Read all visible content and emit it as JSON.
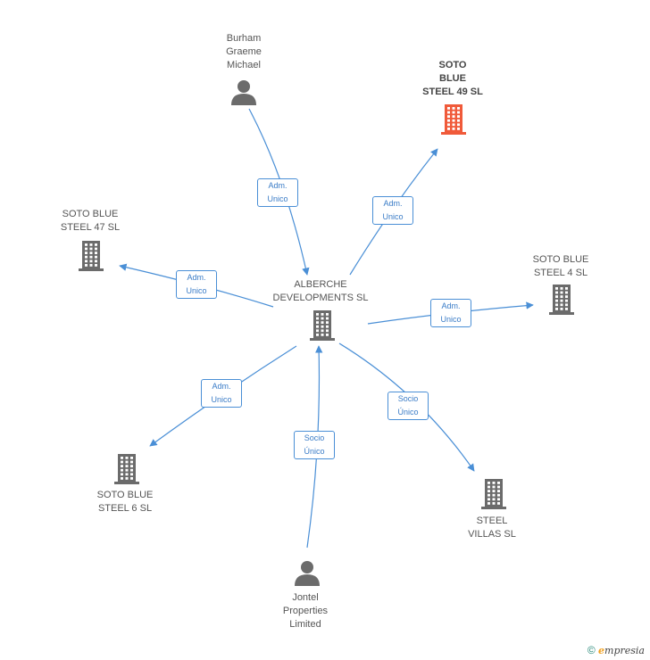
{
  "colors": {
    "edge": "#4a8fd6",
    "node": "#6b6b6b",
    "highlight": "#f05a3a"
  },
  "nodes": [
    {
      "id": "burham",
      "label": "Burham\nGraeme\nMichael",
      "type": "person",
      "icon": "person-icon",
      "highlight": false
    },
    {
      "id": "soto49",
      "label": "SOTO\nBLUE\nSTEEL 49 SL",
      "type": "company",
      "icon": "building-icon",
      "highlight": true
    },
    {
      "id": "soto47",
      "label": "SOTO BLUE\nSTEEL 47 SL",
      "type": "company",
      "icon": "building-icon",
      "highlight": false
    },
    {
      "id": "soto4",
      "label": "SOTO BLUE\nSTEEL 4 SL",
      "type": "company",
      "icon": "building-icon",
      "highlight": false
    },
    {
      "id": "alberche",
      "label": "ALBERCHE\nDEVELOPMENTS SL",
      "type": "company",
      "icon": "building-icon",
      "highlight": false
    },
    {
      "id": "soto6",
      "label": "SOTO BLUE\nSTEEL 6 SL",
      "type": "company",
      "icon": "building-icon",
      "highlight": false
    },
    {
      "id": "villas",
      "label": "STEEL\nVILLAS SL",
      "type": "company",
      "icon": "building-icon",
      "highlight": false
    },
    {
      "id": "jontel",
      "label": "Jontel\nProperties\nLimited",
      "type": "person",
      "icon": "person-icon",
      "highlight": false
    }
  ],
  "edges": [
    {
      "from": "burham",
      "to": "alberche",
      "label": "Adm.\nUnico"
    },
    {
      "from": "alberche",
      "to": "soto49",
      "label": "Adm.\nUnico"
    },
    {
      "from": "alberche",
      "to": "soto47",
      "label": "Adm.\nUnico"
    },
    {
      "from": "alberche",
      "to": "soto4",
      "label": "Adm.\nUnico"
    },
    {
      "from": "alberche",
      "to": "soto6",
      "label": "Adm.\nUnico"
    },
    {
      "from": "alberche",
      "to": "villas",
      "label": "Socio\nÚnico"
    },
    {
      "from": "jontel",
      "to": "alberche",
      "label": "Socio\nÚnico"
    }
  ],
  "footer": {
    "copyright": "©",
    "brand_e": "e",
    "brand_rest": "mpresia"
  }
}
